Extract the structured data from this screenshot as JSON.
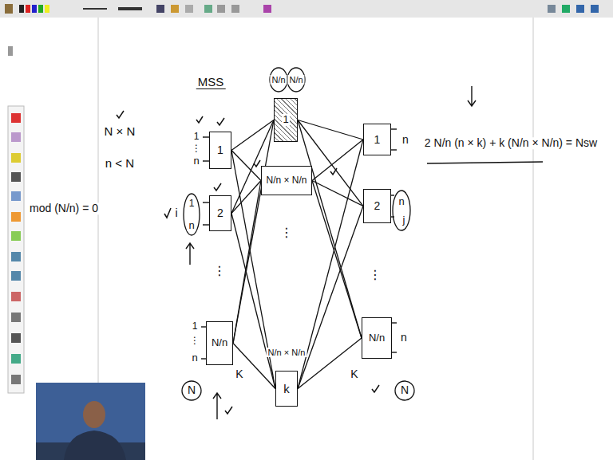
{
  "diagram": {
    "title": "MSS",
    "nodes": [
      {
        "text": [
          "1"
        ]
      },
      {
        "text": [
          "2"
        ]
      },
      {
        "text": [
          "N/n"
        ]
      },
      {
        "text": [
          "1"
        ]
      },
      {
        "text": [
          "N/n × N/n"
        ]
      },
      {
        "text": [
          "k"
        ]
      },
      {
        "text": [
          "1"
        ]
      },
      {
        "text": [
          "2"
        ]
      },
      {
        "text": [
          "N/n"
        ]
      }
    ],
    "edges": [
      {
        "from": 0,
        "to": 3,
        "arrow": "none"
      },
      {
        "from": 0,
        "to": 4,
        "arrow": "none"
      },
      {
        "from": 0,
        "to": 5,
        "arrow": "none"
      },
      {
        "from": 1,
        "to": 3,
        "arrow": "none"
      },
      {
        "from": 1,
        "to": 4,
        "arrow": "none"
      },
      {
        "from": 1,
        "to": 5,
        "arrow": "none"
      },
      {
        "from": 2,
        "to": 3,
        "arrow": "none"
      },
      {
        "from": 2,
        "to": 4,
        "arrow": "none"
      },
      {
        "from": 2,
        "to": 5,
        "arrow": "none"
      },
      {
        "from": 3,
        "to": 6,
        "arrow": "none"
      },
      {
        "from": 3,
        "to": 7,
        "arrow": "none"
      },
      {
        "from": 3,
        "to": 8,
        "arrow": "none"
      },
      {
        "from": 4,
        "to": 6,
        "arrow": "none"
      },
      {
        "from": 4,
        "to": 7,
        "arrow": "none"
      },
      {
        "from": 4,
        "to": 8,
        "arrow": "none"
      },
      {
        "from": 5,
        "to": 6,
        "arrow": "none"
      },
      {
        "from": 5,
        "to": 7,
        "arrow": "none"
      },
      {
        "from": 5,
        "to": 8,
        "arrow": "none"
      }
    ],
    "labels": [
      "N × N",
      "n < N",
      "mod (N/n) = 0",
      "N/n",
      "N/n",
      "1",
      "⋮",
      "n",
      "i",
      "1",
      "n",
      "1",
      "⋮",
      "n",
      "K",
      "N",
      "⋮",
      "⋮",
      "N/n × N/n",
      "n",
      "n",
      "j",
      "⋮",
      "n",
      "K",
      "N",
      "2 N/n (n × k) + k (N/n × N/n) = Nsw"
    ]
  }
}
